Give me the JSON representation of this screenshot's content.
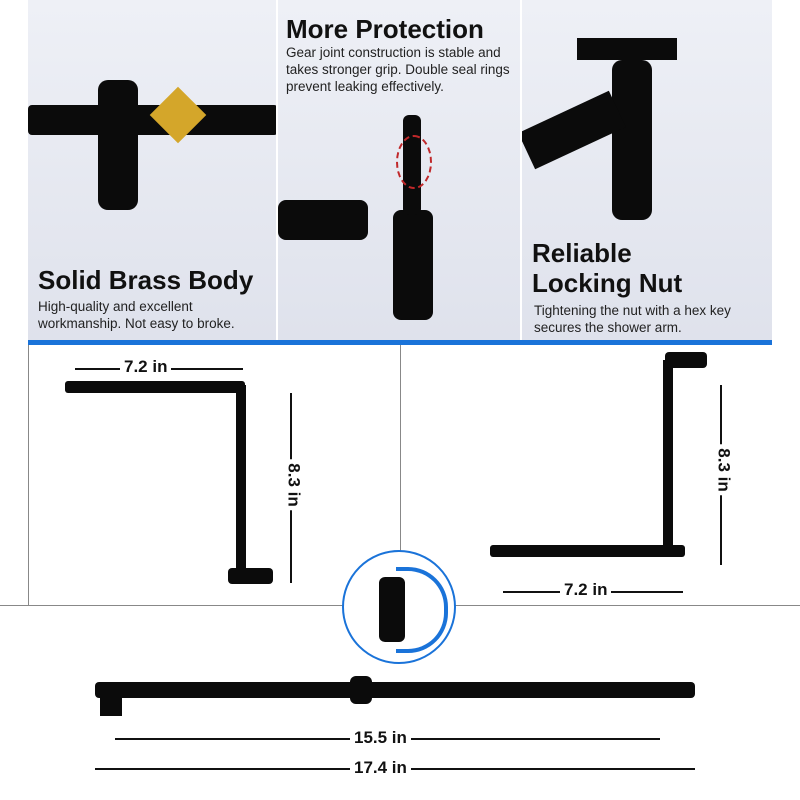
{
  "features": [
    {
      "title": "Solid Brass Body",
      "description": "High-quality and excellent workmanship. Not easy to broke."
    },
    {
      "title": "More Protection",
      "description": "Gear joint construction is stable and takes stronger grip. Double seal rings prevent leaking effectively."
    },
    {
      "title": "Reliable Locking Nut",
      "title_line1": "Reliable",
      "title_line2": "Locking Nut",
      "description": "Tightening the nut with a hex key secures the shower arm."
    }
  ],
  "dimensions": {
    "left_width": "7.2 in",
    "left_height": "8.3 in",
    "right_width": "7.2 in",
    "right_height": "8.3 in",
    "extended_inner": "15.5 in",
    "extended_total": "17.4 in"
  },
  "colors": {
    "accent": "#1a73d9",
    "product": "#0b0b0b",
    "gold": "#d4a62a"
  }
}
